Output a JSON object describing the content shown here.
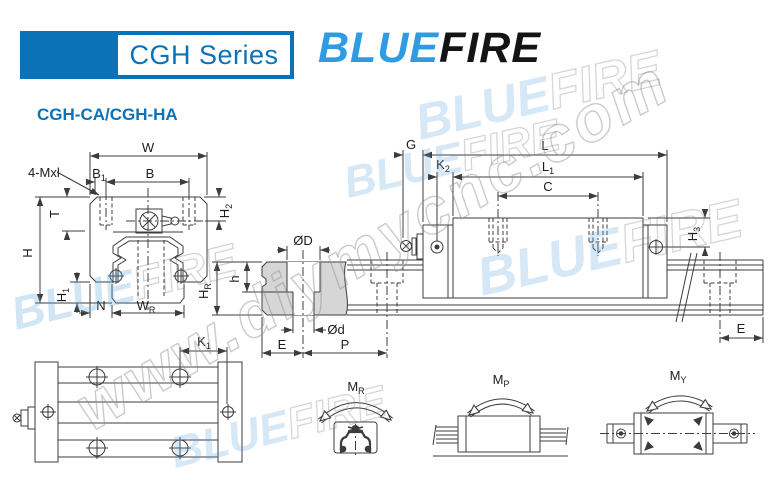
{
  "header": {
    "series": "CGH Series",
    "model": "CGH-CA/CGH-HA",
    "logo": {
      "blue": "BLUE",
      "fire": "FIRE"
    }
  },
  "watermark": {
    "url": "www.diymycnc.com",
    "brand_blue": "BLUE",
    "brand_fire": "FIRE"
  },
  "colors": {
    "header_blue": "#0b72b7",
    "logo_blue": "#2e9ce2",
    "logo_black": "#141414",
    "line": "#3c3c3c",
    "rail_section_fill": "#d6d6d6"
  },
  "front_view": {
    "w": {
      "label": "W"
    },
    "b1": {
      "base": "B",
      "sub": "1"
    },
    "b": {
      "label": "B"
    },
    "bolt_note": {
      "label": "4-Mxl"
    },
    "t": {
      "label": "T"
    },
    "h": {
      "label": "H"
    },
    "h1": {
      "base": "H",
      "sub": "1"
    },
    "h2": {
      "base": "H",
      "sub": "2"
    },
    "n": {
      "label": "N"
    },
    "wr": {
      "base": "W",
      "sub": "R"
    }
  },
  "rail_view": {
    "od": {
      "label": "ØD"
    },
    "od_small": {
      "label": "Ød"
    },
    "h_rail": {
      "label": "h"
    },
    "hr": {
      "base": "H",
      "sub": "R"
    },
    "e": {
      "label": "E"
    },
    "p": {
      "label": "P"
    }
  },
  "side_view": {
    "g": {
      "label": "G"
    },
    "l": {
      "label": "L"
    },
    "k2": {
      "base": "K",
      "sub": "2"
    },
    "l1": {
      "base": "L",
      "sub": "1"
    },
    "c": {
      "label": "C"
    },
    "h3": {
      "base": "H",
      "sub": "3"
    },
    "e": {
      "label": "E"
    }
  },
  "top_view": {
    "k1": {
      "base": "K",
      "sub": "1"
    }
  },
  "moments": {
    "mr": {
      "base": "M",
      "sub": "R"
    },
    "mp": {
      "base": "M",
      "sub": "P"
    },
    "my": {
      "base": "M",
      "sub": "Y"
    }
  }
}
